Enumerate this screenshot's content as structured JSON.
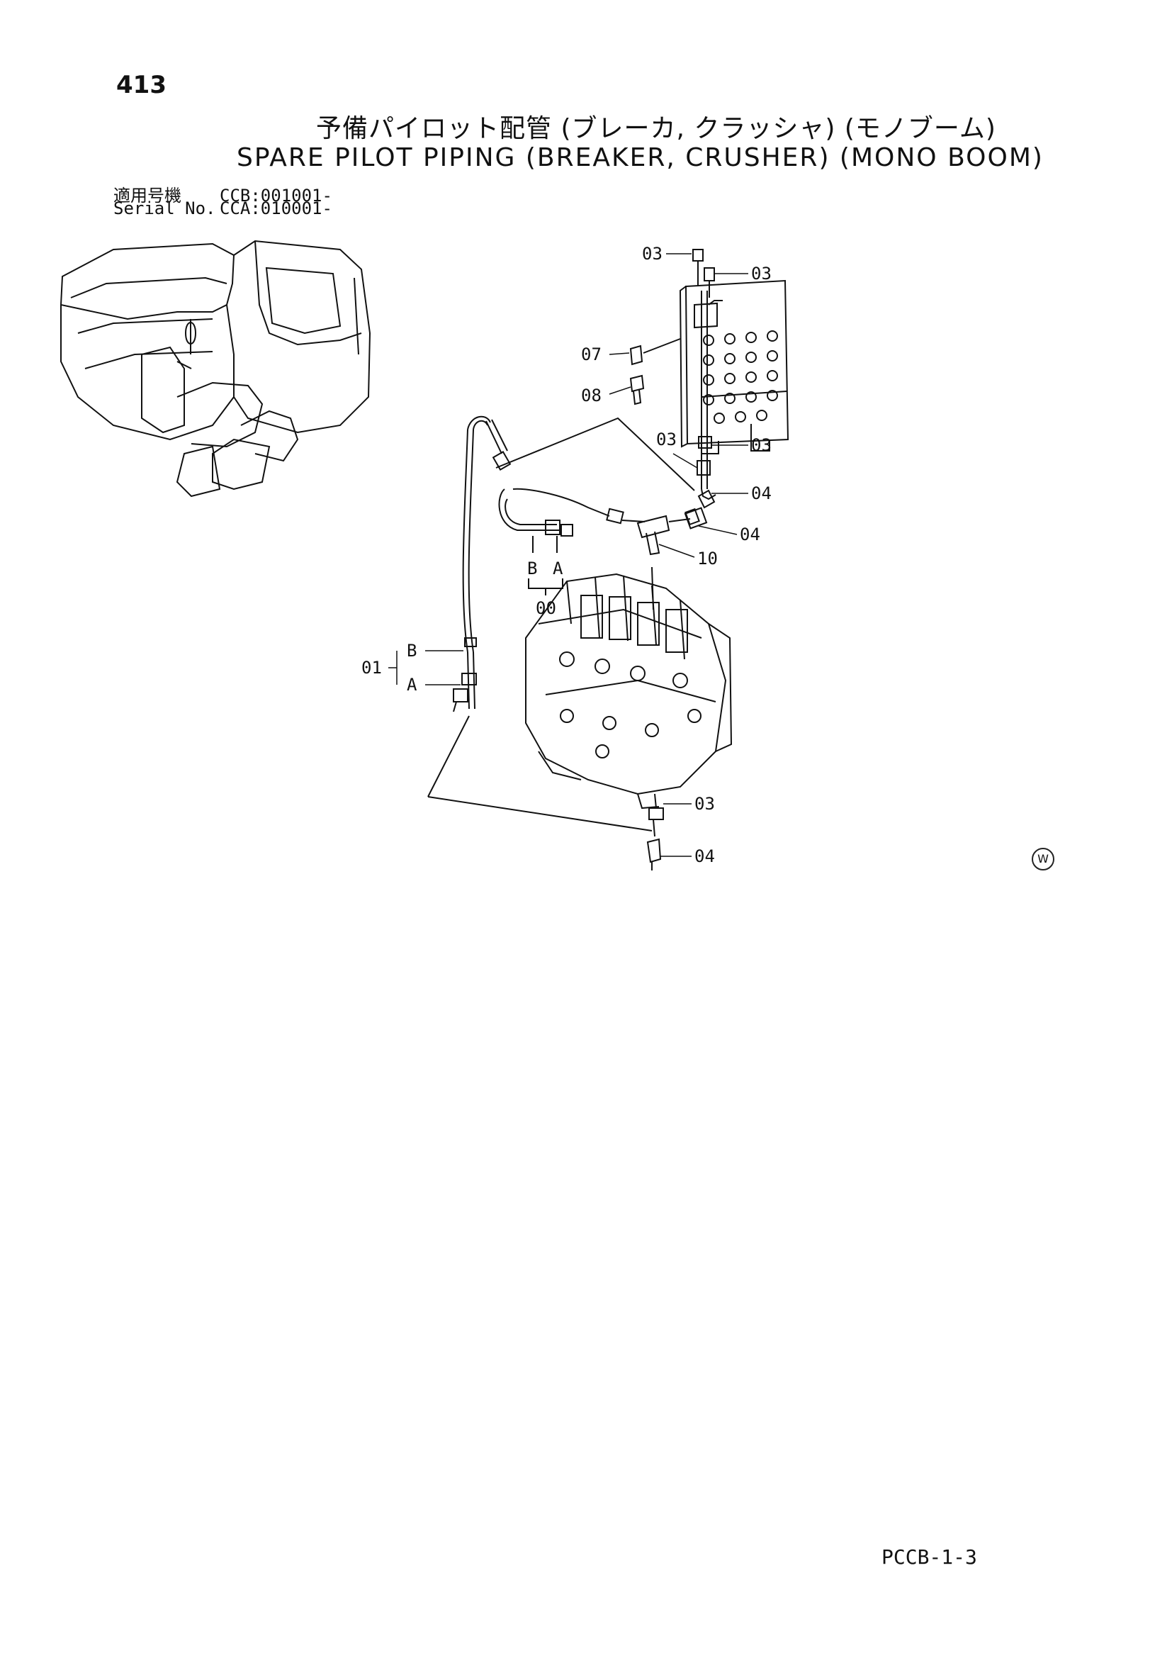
{
  "page": {
    "number": "413",
    "title_jp": "予備パイロット配管 (ブレーカ, クラッシャ) (モノブーム)",
    "title_en": "SPARE PILOT PIPING (BREAKER, CRUSHER) (MONO BOOM)",
    "serial": [
      {
        "label": "適用号機",
        "value": "CCB:001001-"
      },
      {
        "label": "Serial No.",
        "value": "CCA:010001-"
      }
    ],
    "doc_code": "PCCB-1-3",
    "watermark": "W"
  },
  "callouts": {
    "c03a": "03",
    "c03b": "03",
    "c07": "07",
    "c08": "08",
    "c03c": "03",
    "c03d": "03",
    "c04a": "04",
    "c04b": "04",
    "c10": "10",
    "cB1": "B",
    "cA1": "A",
    "c00": "00",
    "cB2": "B",
    "c01": "01",
    "cA2": "A",
    "c03e": "03",
    "c04c": "04"
  }
}
